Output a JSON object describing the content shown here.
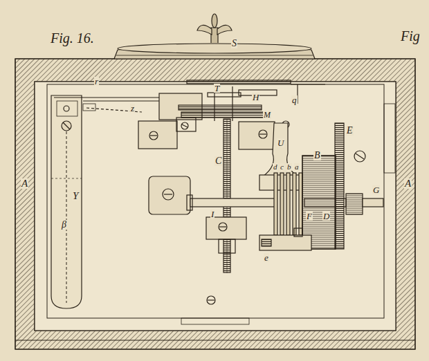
{
  "diagram": {
    "labels": [
      "Fig. 16.",
      "Fig",
      "S",
      "r",
      "T",
      "z",
      "H",
      "q",
      "U",
      "M",
      "C",
      "A",
      "A",
      "B",
      "E",
      "d",
      "c",
      "b",
      "a",
      "I",
      "F",
      "D",
      "G",
      "e",
      "Y",
      "β"
    ]
  }
}
